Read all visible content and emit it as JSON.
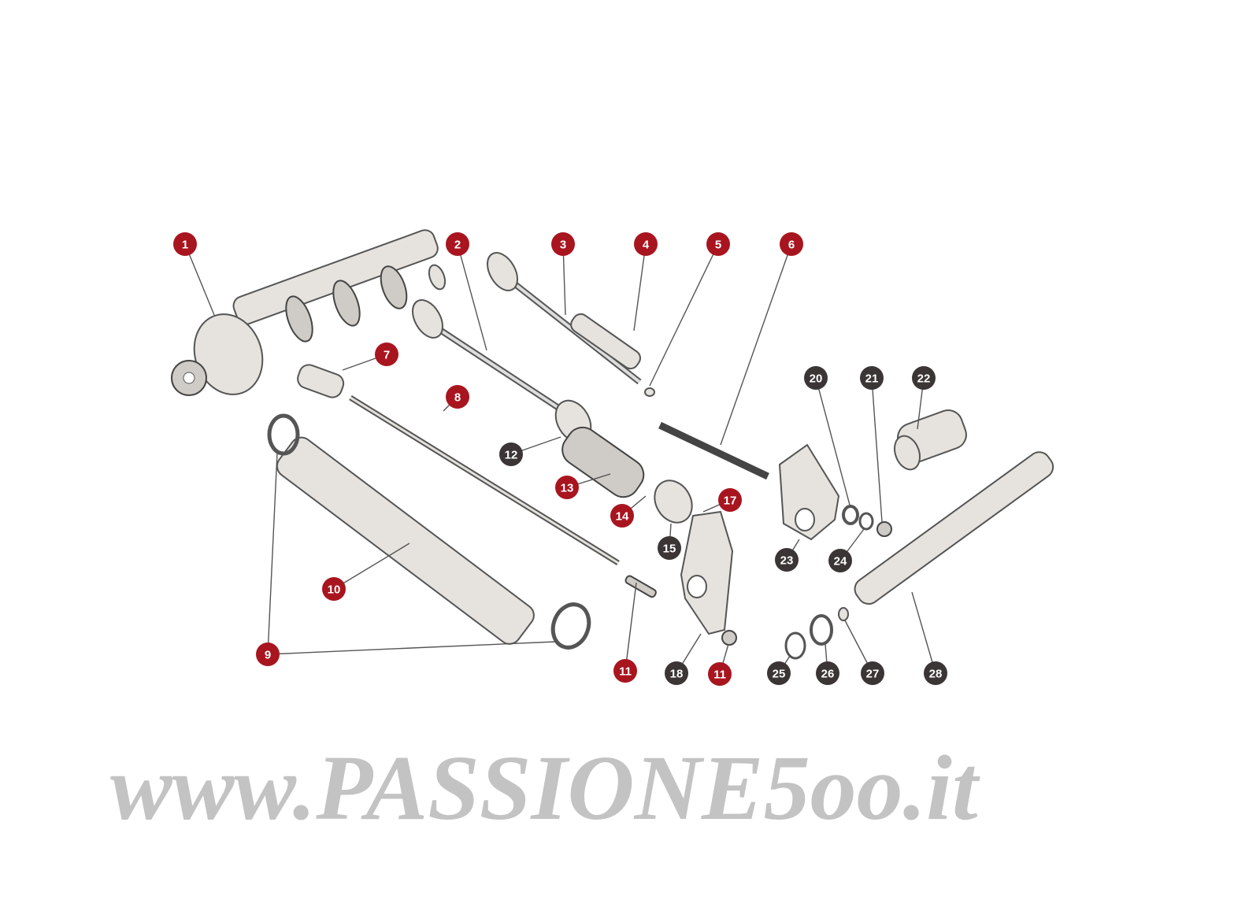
{
  "watermark": "www.PASSIONE5oo.it",
  "colors": {
    "callout_red": "#a8151f",
    "callout_dark": "#3b3535",
    "background": "#ffffff"
  },
  "callouts": [
    {
      "label": "1",
      "style": "red"
    },
    {
      "label": "2",
      "style": "red"
    },
    {
      "label": "3",
      "style": "red"
    },
    {
      "label": "4",
      "style": "red"
    },
    {
      "label": "5",
      "style": "red"
    },
    {
      "label": "6",
      "style": "red"
    },
    {
      "label": "7",
      "style": "red"
    },
    {
      "label": "8",
      "style": "red"
    },
    {
      "label": "9",
      "style": "red"
    },
    {
      "label": "10",
      "style": "red"
    },
    {
      "label": "11",
      "style": "red"
    },
    {
      "label": "12",
      "style": "dark"
    },
    {
      "label": "13",
      "style": "red"
    },
    {
      "label": "14",
      "style": "red"
    },
    {
      "label": "15",
      "style": "dark"
    },
    {
      "label": "17",
      "style": "red"
    },
    {
      "label": "18",
      "style": "dark"
    },
    {
      "label": "11",
      "style": "red"
    },
    {
      "label": "20",
      "style": "dark"
    },
    {
      "label": "21",
      "style": "dark"
    },
    {
      "label": "22",
      "style": "dark"
    },
    {
      "label": "23",
      "style": "dark"
    },
    {
      "label": "24",
      "style": "dark"
    },
    {
      "label": "25",
      "style": "dark"
    },
    {
      "label": "26",
      "style": "dark"
    },
    {
      "label": "27",
      "style": "dark"
    },
    {
      "label": "28",
      "style": "dark"
    }
  ]
}
